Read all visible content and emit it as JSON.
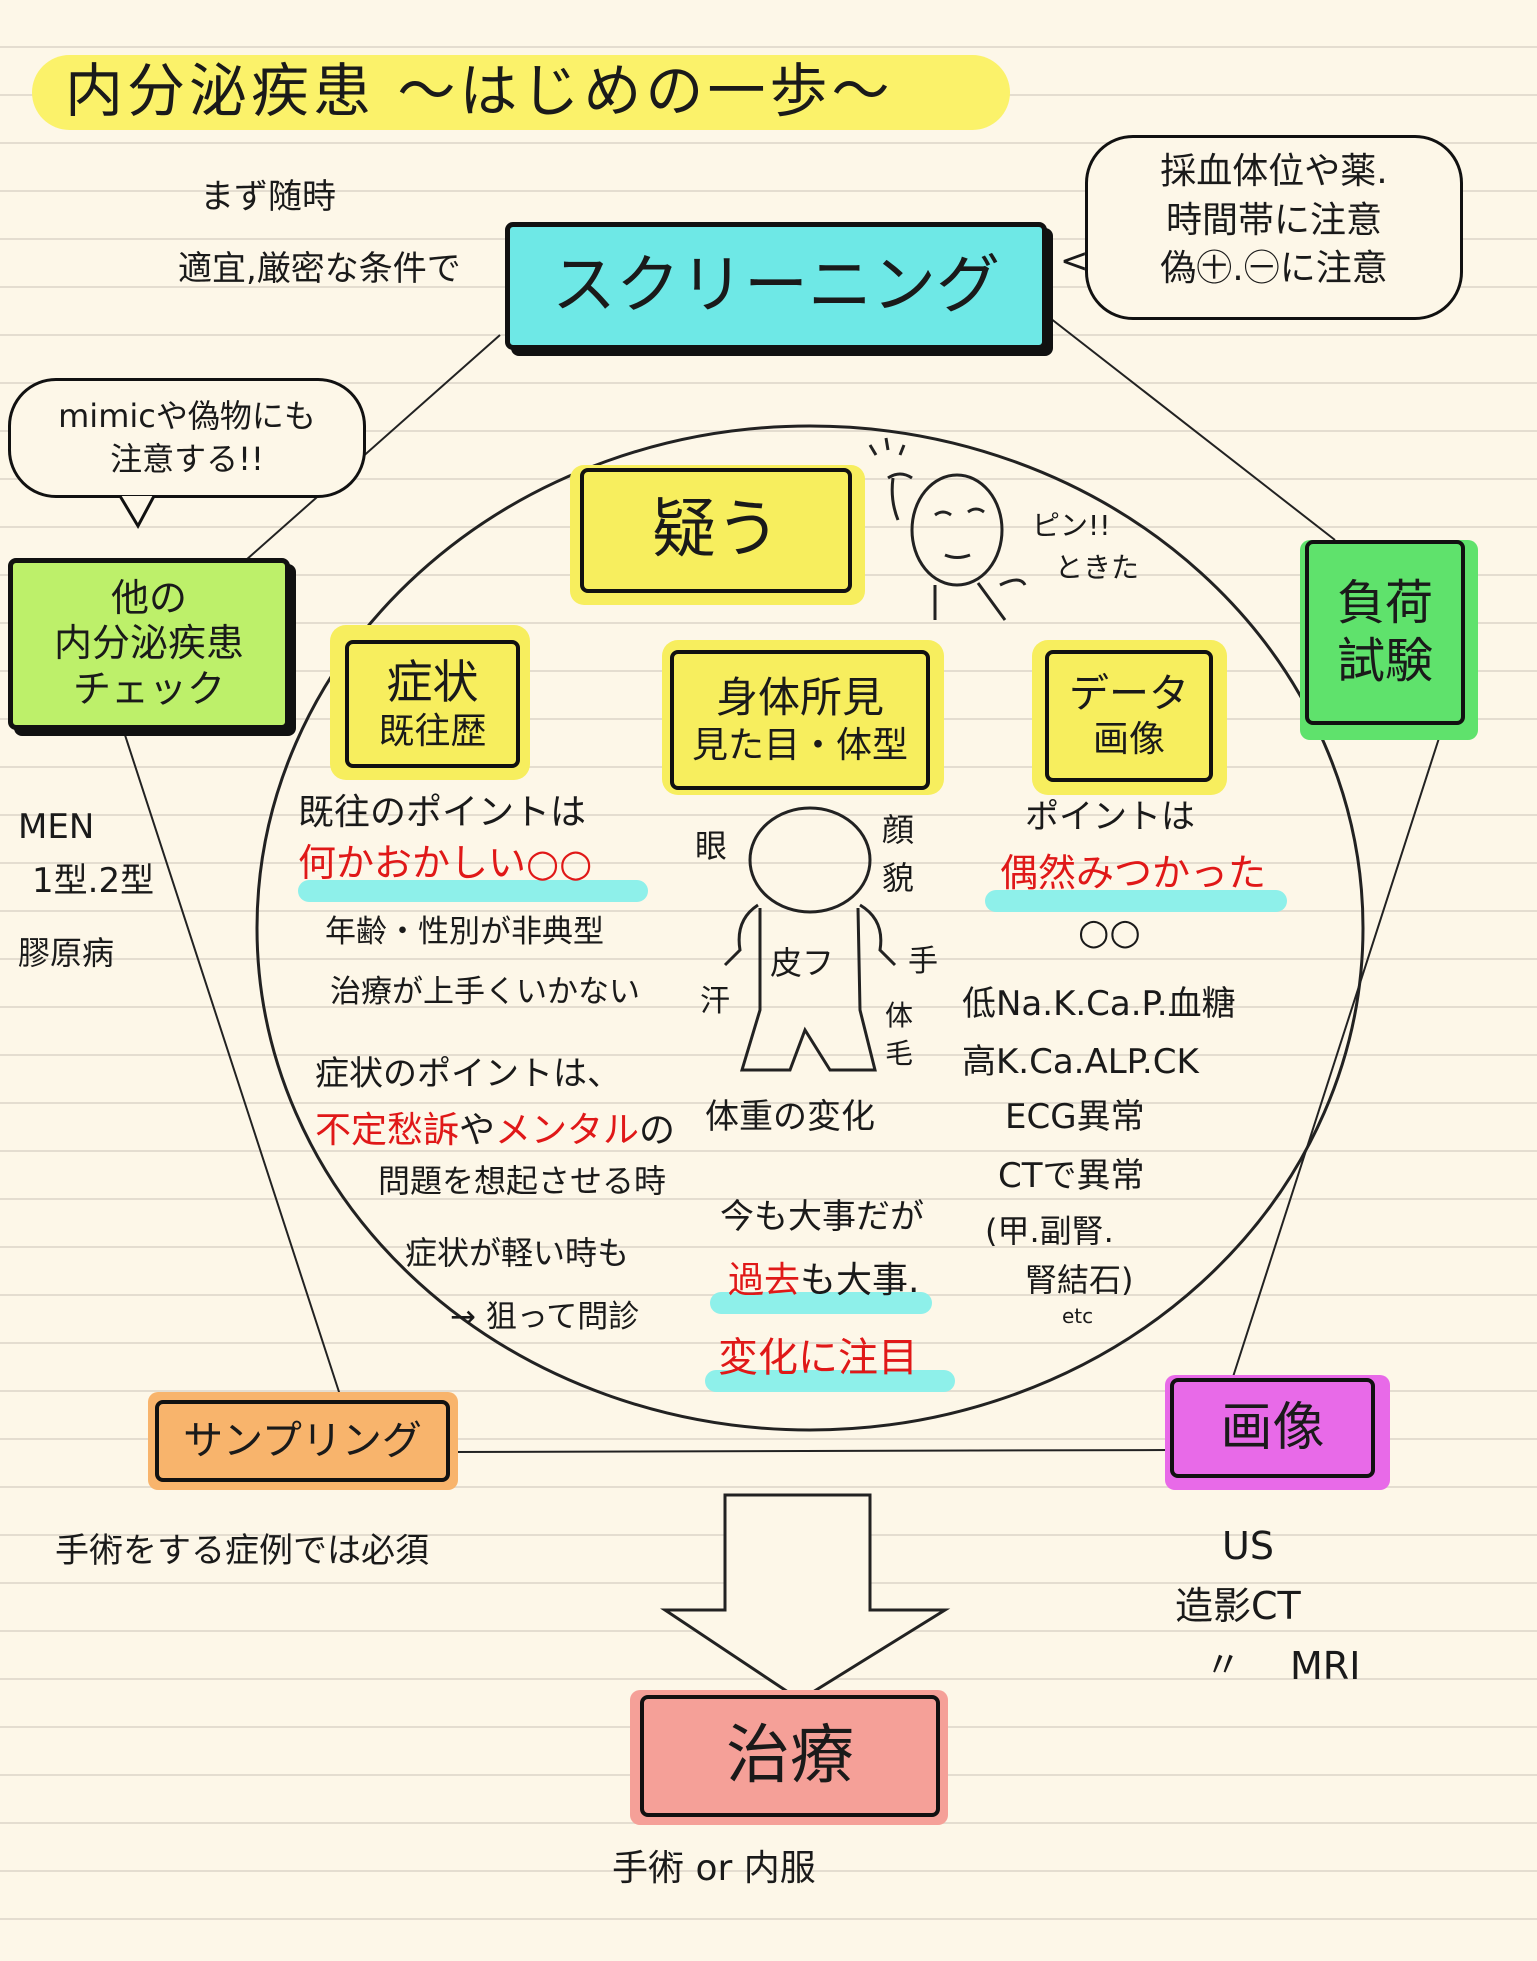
{
  "title": "内分泌疾患 〜はじめの一歩〜",
  "colors": {
    "title_highlight": "#fbf26a",
    "screening": "#6ee8e6",
    "center_yellow": "#f7ee5e",
    "load_test": "#5fe26c",
    "imaging": "#e86ae8",
    "sampling": "#f8b46c",
    "other_endocrine": "#bdf06a",
    "treatment": "#f5a098",
    "underline_cyan": "#8ef0ea",
    "red_text": "#e01818"
  },
  "screening": {
    "label": "スクリーニング",
    "note_left_1": "まず随時",
    "note_left_2": "適宜,厳密な条件で",
    "bubble_1": "採血体位や薬.",
    "bubble_2": "時間帯に注意",
    "bubble_3": "偽㊉.㊀に注意",
    "bubble_pointer": "<"
  },
  "mimic_bubble": {
    "line1": "mimicや偽物にも",
    "line2": "注意する!!"
  },
  "other_endocrine": {
    "line1": "他の",
    "line2": "内分泌疾患",
    "line3": "チェック",
    "notes": [
      "MEN",
      "1型.2型",
      "膠原病"
    ]
  },
  "load_test": {
    "line1": "負荷",
    "line2": "試験"
  },
  "imaging": {
    "label": "画像",
    "notes": [
      "US",
      "造影CT",
      "〃",
      "MRI"
    ]
  },
  "sampling": {
    "label": "サンプリング",
    "note": "手術をする症例では必須"
  },
  "treatment": {
    "label": "治療",
    "note": "手術 or 内服"
  },
  "center": {
    "doubt": "疑う",
    "figure_text_1": "ピン!!",
    "figure_text_2": "ときた",
    "symptoms": {
      "title": "症状",
      "subtitle": "既往歴",
      "p1": "既往のポイントは",
      "p2": "何かおかしい○○",
      "p3": "年齢・性別が非典型",
      "p4": "治療が上手くいかない",
      "p5": "症状のポイントは、",
      "p6_red1": "不定愁訴",
      "p6_mid": "や",
      "p6_red2": "メンタル",
      "p6_end": "の",
      "p7": "問題を想起させる時",
      "p8": "症状が軽い時も",
      "p9": "→ 狙って問診"
    },
    "physical": {
      "title": "身体所見",
      "subtitle": "見た目・体型",
      "eye": "眼",
      "face_1": "顔",
      "face_2": "貌",
      "skin": "皮フ",
      "hand": "手",
      "sweat": "汗",
      "hair_1": "体",
      "hair_2": "毛",
      "weight": "体重の変化",
      "now": "今も大事だが",
      "past_red": "過去",
      "past_end": "も大事.",
      "change_red": "変化に注目"
    },
    "data": {
      "title": "データ",
      "subtitle": "画像",
      "p1": "ポイントは",
      "p2": "偶然みつかった",
      "p3": "○○",
      "p4": "低Na.K.Ca.P.血糖",
      "p5": "高K.Ca.ALP.CK",
      "p6": "ECG異常",
      "p7": "CTで異常",
      "p8": "(甲.副腎.",
      "p9": "腎結石)",
      "p10": "etc"
    }
  }
}
